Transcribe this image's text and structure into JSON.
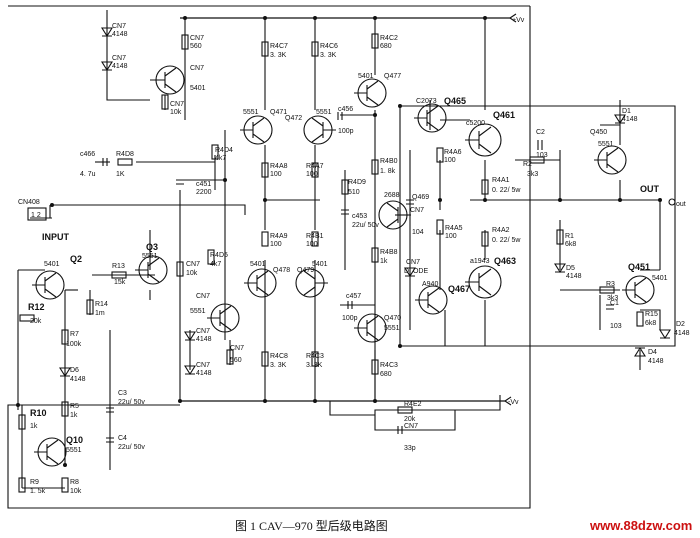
{
  "caption": "图 1   CAV—970 型后级电路图",
  "watermark": "www.88dzw.com",
  "rails": {
    "positive": "+Vv",
    "negative": "-Vv"
  },
  "labels": {
    "input": "INPUT",
    "out": "OUT",
    "out_term": "out",
    "cn408": "CN408",
    "cn408_pins": "1  2"
  },
  "parts": [
    {
      "id": "cn7_a",
      "ref": "CN7",
      "val": "4148"
    },
    {
      "id": "cn7_b",
      "ref": "CN7",
      "val": "4148"
    },
    {
      "id": "cn7_r1",
      "ref": "CN7",
      "val": "560"
    },
    {
      "id": "cn7_r2",
      "ref": "CN7",
      "val": "10k"
    },
    {
      "id": "cn7_q",
      "ref": "CN7",
      "val": "5401"
    },
    {
      "id": "r4c7",
      "ref": "R4C7",
      "val": "3. 3K"
    },
    {
      "id": "r4c6",
      "ref": "R4C6",
      "val": "3. 3K"
    },
    {
      "id": "r4c2",
      "ref": "R4C2",
      "val": "680"
    },
    {
      "id": "q477",
      "ref": "Q477",
      "val": "5401"
    },
    {
      "id": "q471",
      "ref": "Q471",
      "val": "5551"
    },
    {
      "id": "q472",
      "ref": "Q472",
      "val": "5551"
    },
    {
      "id": "c456",
      "ref": "c456",
      "val": "100p"
    },
    {
      "id": "q465",
      "ref": "Q465",
      "val": "C2073"
    },
    {
      "id": "q461",
      "ref": "Q461",
      "val": "c5200"
    },
    {
      "id": "c2",
      "ref": "C2",
      "val": "103"
    },
    {
      "id": "d1",
      "ref": "D1",
      "val": "4148"
    },
    {
      "id": "q450",
      "ref": "Q450",
      "val": "5551"
    },
    {
      "id": "r4d4",
      "ref": "R4D4",
      "val": "4k7"
    },
    {
      "id": "r4a8",
      "ref": "R4A8",
      "val": "100"
    },
    {
      "id": "r4a7",
      "ref": "R4A7",
      "val": "100"
    },
    {
      "id": "r4b0",
      "ref": "R4B0",
      "val": "1. 8k"
    },
    {
      "id": "r4a6",
      "ref": "R4A6",
      "val": "100"
    },
    {
      "id": "r2",
      "ref": "R2",
      "val": "3k3"
    },
    {
      "id": "c466",
      "ref": "c466",
      "val": "4. 7u"
    },
    {
      "id": "r4d8",
      "ref": "R4D8",
      "val": "1K"
    },
    {
      "id": "c451",
      "ref": "c451",
      "val": "2200"
    },
    {
      "id": "r4d9",
      "ref": "R4D9",
      "val": "510"
    },
    {
      "id": "c453",
      "ref": "c453",
      "val": "22u/ 50v"
    },
    {
      "id": "q469",
      "ref": "Q469",
      "val": "2688"
    },
    {
      "id": "cn7_c",
      "ref": "CN7",
      "val": "104"
    },
    {
      "id": "r4a1",
      "ref": "R4A1",
      "val": "0. 22/ 5w"
    },
    {
      "id": "r1",
      "ref": "R1",
      "val": "6k8"
    },
    {
      "id": "r4a5",
      "ref": "R4A5",
      "val": "100"
    },
    {
      "id": "r4a2",
      "ref": "R4A2",
      "val": "0. 22/ 5w"
    },
    {
      "id": "d5",
      "ref": "D5",
      "val": "4148"
    },
    {
      "id": "q2",
      "ref": "Q2",
      "val": "5401"
    },
    {
      "id": "q3",
      "ref": "Q3",
      "val": "5551"
    },
    {
      "id": "r13",
      "ref": "R13",
      "val": "15k"
    },
    {
      "id": "r4d5",
      "ref": "R4D5",
      "val": "4k7"
    },
    {
      "id": "cn7_d",
      "ref": "CN7",
      "val": "10k"
    },
    {
      "id": "r4a9",
      "ref": "R4A9",
      "val": "100"
    },
    {
      "id": "r4b1",
      "ref": "R4B1",
      "val": "100"
    },
    {
      "id": "r4b8",
      "ref": "R4B8",
      "val": "1k"
    },
    {
      "id": "cn7_di",
      "ref": "CN7",
      "val": "DI ODE"
    },
    {
      "id": "q463",
      "ref": "Q463",
      "val": "a1943"
    },
    {
      "id": "q451",
      "ref": "Q451",
      "val": "5401"
    },
    {
      "id": "q478",
      "ref": "Q478",
      "val": "5401"
    },
    {
      "id": "q479",
      "ref": "Q479",
      "val": "5401"
    },
    {
      "id": "a940",
      "ref": "Q467",
      "val": "A940"
    },
    {
      "id": "r3",
      "ref": "R3",
      "val": "3k3"
    },
    {
      "id": "c1",
      "ref": "C1",
      "val": "103"
    },
    {
      "id": "r12",
      "ref": "R12",
      "val": "20k"
    },
    {
      "id": "r14",
      "ref": "R14",
      "val": "1m"
    },
    {
      "id": "cn7_q2",
      "ref": "CN7",
      "val": "5551"
    },
    {
      "id": "c457",
      "ref": "c457",
      "val": "100p"
    },
    {
      "id": "q470",
      "ref": "Q470",
      "val": "5551"
    },
    {
      "id": "r15",
      "ref": "R15",
      "val": "6k8"
    },
    {
      "id": "d2",
      "ref": "D2",
      "val": "4148"
    },
    {
      "id": "r7",
      "ref": "R7",
      "val": "100k"
    },
    {
      "id": "cn7_e",
      "ref": "CN7",
      "val": "4148"
    },
    {
      "id": "cn7_f",
      "ref": "CN7",
      "val": "560"
    },
    {
      "id": "d4",
      "ref": "D4",
      "val": "4148"
    },
    {
      "id": "d6",
      "ref": "D6",
      "val": "4148"
    },
    {
      "id": "cn7_g",
      "ref": "CN7",
      "val": "4148"
    },
    {
      "id": "r4c8",
      "ref": "R4C8",
      "val": "3. 3K"
    },
    {
      "id": "r4c3",
      "ref": "R4C3",
      "val": "3. 3K"
    },
    {
      "id": "r4c3b",
      "ref": "R4C3",
      "val": "680"
    },
    {
      "id": "c3",
      "ref": "C3",
      "val": "22u/ 50v"
    },
    {
      "id": "r5",
      "ref": "R5",
      "val": "1k"
    },
    {
      "id": "r10",
      "ref": "R10",
      "val": "1k"
    },
    {
      "id": "r4e2",
      "ref": "R4E2",
      "val": "20k"
    },
    {
      "id": "cn7_h",
      "ref": "CN7",
      "val": "33p"
    },
    {
      "id": "c4",
      "ref": "C4",
      "val": "22u/ 50v"
    },
    {
      "id": "q10",
      "ref": "Q10",
      "val": "5551"
    },
    {
      "id": "r9",
      "ref": "R9",
      "val": "1. 5k"
    },
    {
      "id": "r8",
      "ref": "R8",
      "val": "10k"
    }
  ]
}
